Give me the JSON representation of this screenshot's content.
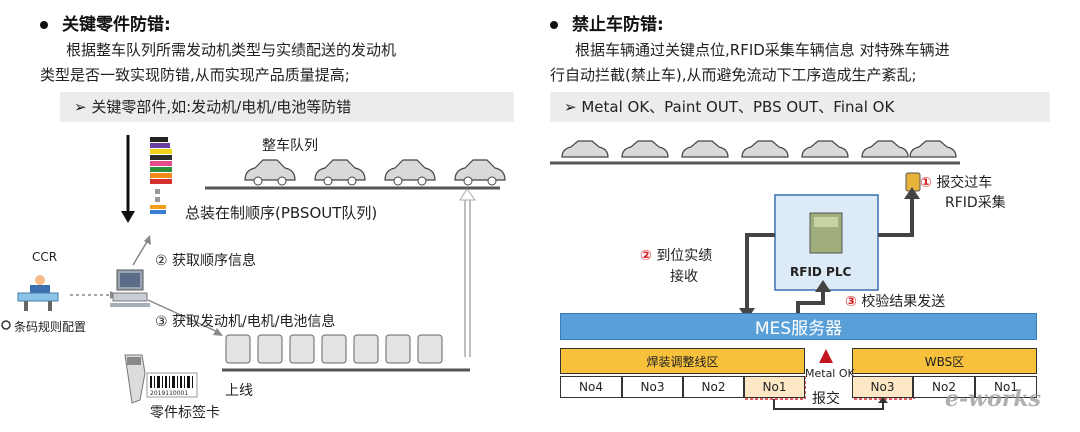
{
  "left": {
    "title": "关键零件防错:",
    "para1": "根据整车队列所需发动机类型与实绩配送的发动机",
    "para2": "类型是否一致实现防错,从而实现产品质量提高;",
    "bar": "➢  关键零部件,如:发动机/电机/电池等防错",
    "queue_label": "整车队列",
    "order_label": "总装在制顺序(PBSOUT队列)",
    "step2": "② 获取顺序信息",
    "step3": "③ 获取发动机/电机/电池信息",
    "ccr": "CCR",
    "barcode_config": "条码规则配置",
    "online": "上线",
    "part_label": "零件标签卡",
    "barcode_text": "2019110001"
  },
  "right": {
    "title": "禁止车防错:",
    "para1": "根据车辆通过关键点位,RFID采集车辆信息 对特殊车辆进",
    "para2": "行自动拦截(禁止车),从而避免流动下工序造成生产紊乱;",
    "bar": "➢  Metal OK、Paint OUT、PBS OUT、Final OK",
    "step1_num": "①",
    "step1_line1": "报交过车",
    "step1_line2": "RFID采集",
    "step2_num": "②",
    "step2_line1": "到位实绩",
    "step2_line2": "接收",
    "step3_num": "③",
    "step3_text": "校验结果发送",
    "plc": "RFID PLC",
    "mes": "MES服务器",
    "weld_area": "焊装调整线区",
    "wbs_area": "WBS区",
    "left_slots": [
      "No4",
      "No3",
      "No2",
      "No1"
    ],
    "right_slots": [
      "No3",
      "No2",
      "No1"
    ],
    "metal_ok": "Metal OK",
    "baojiao": "报交"
  },
  "watermark": "e-works",
  "colors": {
    "yellow": "#f7c13c",
    "mes_blue": "#5aa0d8",
    "red": "#d9262b",
    "bar_gray": "#ececec"
  }
}
